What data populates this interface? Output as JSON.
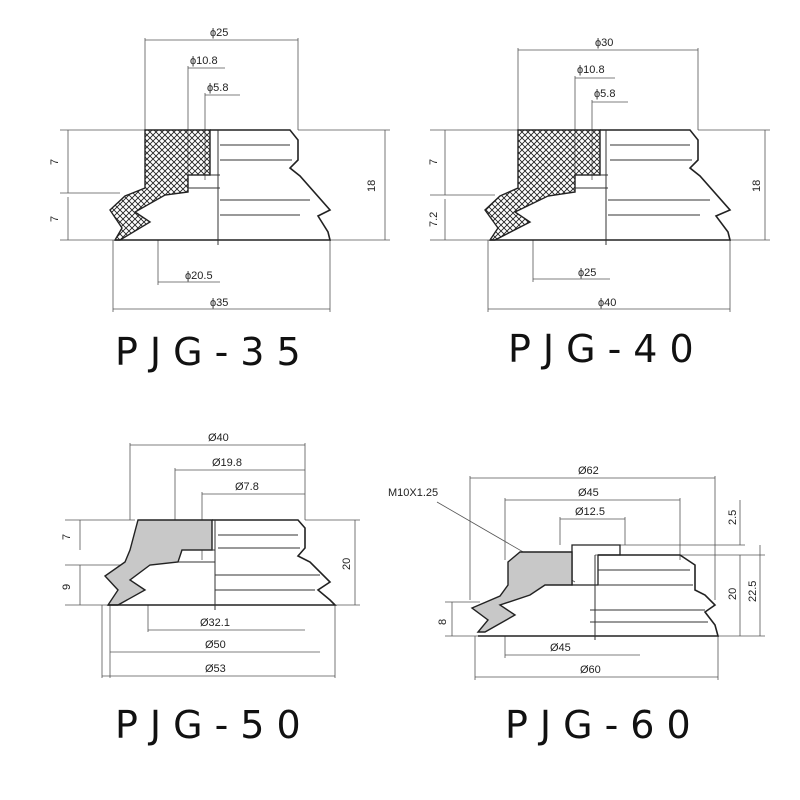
{
  "models": [
    {
      "name": "PJG-35",
      "dims": {
        "outer_top": "ϕ25",
        "inner_top1": "ϕ10.8",
        "inner_top2": "ϕ5.8",
        "h1": "7",
        "h2": "7",
        "total_h": "18",
        "inner_bottom": "ϕ20.5",
        "outer_bottom": "ϕ35"
      }
    },
    {
      "name": "PJG-40",
      "dims": {
        "outer_top": "ϕ30",
        "inner_top1": "ϕ10.8",
        "inner_top2": "ϕ5.8",
        "h1": "7",
        "h2": "7.2",
        "total_h": "18",
        "inner_bottom": "ϕ25",
        "outer_bottom": "ϕ40"
      }
    },
    {
      "name": "PJG-50",
      "dims": {
        "outer_top": "Ø40",
        "inner_top1": "Ø19.8",
        "inner_top2": "Ø7.8",
        "h1": "7",
        "h2": "9",
        "total_h": "20",
        "inner_bottom": "Ø32.1",
        "mid_bottom": "Ø50",
        "outer_bottom": "Ø53"
      }
    },
    {
      "name": "PJG-60",
      "dims": {
        "thread": "M10X1.25",
        "outer_top": "Ø62",
        "mid_top": "Ø45",
        "inner_top": "Ø12.5",
        "h_top": "2.5",
        "h_body": "20",
        "total_h": "22.5",
        "h_bottom": "8",
        "inner_bottom": "Ø45",
        "outer_bottom": "Ø60"
      }
    }
  ],
  "colors": {
    "hatch": "#333333",
    "gray_fill": "#c8c8c8",
    "line": "#222222"
  }
}
